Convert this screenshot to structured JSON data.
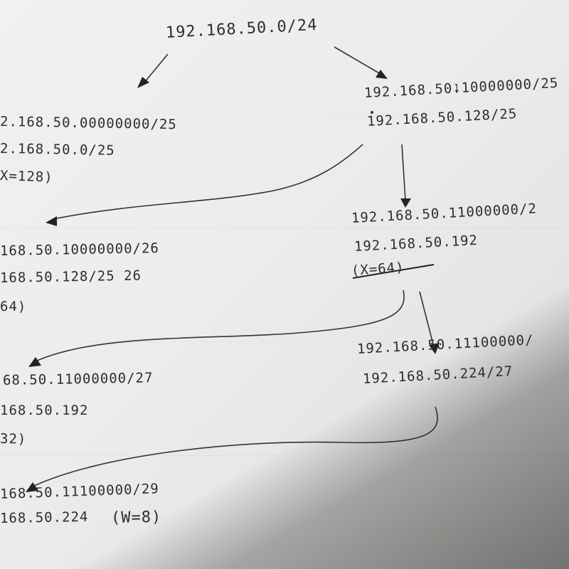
{
  "root": {
    "network": "192.168.50.0/24"
  },
  "level1": {
    "left": {
      "binary": "2.168.50.00000000/25",
      "dotted": "2.168.50.0/25",
      "hosts": "X=128)"
    },
    "right": {
      "binary": "192.168.50.10000000/25",
      "dotted": "192.168.50.128/25"
    }
  },
  "level2": {
    "left": {
      "binary": "168.50.10000000/26",
      "dotted": "168.50.128/25 26",
      "hosts": "64)"
    },
    "right": {
      "binary": "192.168.50.11000000/2",
      "dotted": "192.168.50.192",
      "hosts_struck": "(X=64)"
    }
  },
  "level3": {
    "left": {
      "binary": "68.50.11000000/27",
      "dotted": "168.50.192",
      "hosts": "32)"
    },
    "right": {
      "binary": "192.168.50.11100000/",
      "dotted": "192.168.50.224/27"
    }
  },
  "level4": {
    "left": {
      "binary": "168.50.11100000/29",
      "dotted": "168.50.224",
      "hosts": "(W=8)"
    }
  }
}
